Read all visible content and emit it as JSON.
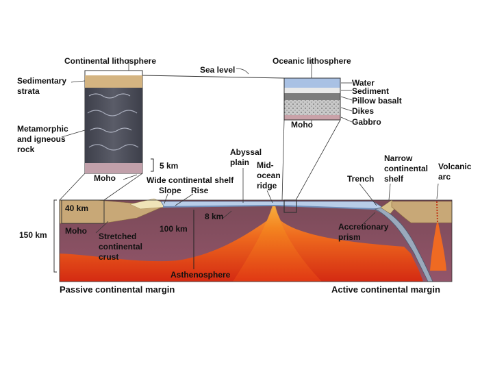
{
  "labels": {
    "continental_lithosphere": "Continental lithosphere",
    "oceanic_lithosphere": "Oceanic lithosphere",
    "sea_level": "Sea level",
    "sedimentary_strata_1": "Sedimentary",
    "sedimentary_strata_2": "strata",
    "metamorphic_1": "Metamorphic",
    "metamorphic_2": "and igneous",
    "metamorphic_3": "rock",
    "moho_left": "Moho",
    "moho_ocean": "Moho",
    "moho_lower": "Moho",
    "five_km": "5 km",
    "wide_shelf": "Wide continental shelf",
    "slope": "Slope",
    "rise": "Rise",
    "abyssal_1": "Abyssal",
    "abyssal_2": "plain",
    "mid_1": "Mid-",
    "mid_2": "ocean",
    "mid_3": "ridge",
    "trench": "Trench",
    "narrow_1": "Narrow",
    "narrow_2": "continental",
    "narrow_3": "shelf",
    "volcanic_1": "Volcanic",
    "volcanic_2": "arc",
    "water": "Water",
    "sediment": "Sediment",
    "pillow_basalt": "Pillow basalt",
    "dikes": "Dikes",
    "gabbro": "Gabbro",
    "forty_km": "40 km",
    "one_fifty_km": "150 km",
    "stretched_1": "Stretched",
    "stretched_2": "continental",
    "stretched_3": "crust",
    "hundred_km": "100 km",
    "eight_km": "8 km",
    "accretionary_1": "Accretionary",
    "accretionary_2": "prism",
    "asthenosphere": "Asthenosphere",
    "passive_margin": "Passive continental margin",
    "active_margin": "Active continental margin"
  },
  "colors": {
    "ocean": "#b8cde8",
    "continental_crust": "#c8a877",
    "lithosphere": "#8f5563",
    "asthenosphere": "#e8501e",
    "column_dark": "#4d4f5a"
  }
}
